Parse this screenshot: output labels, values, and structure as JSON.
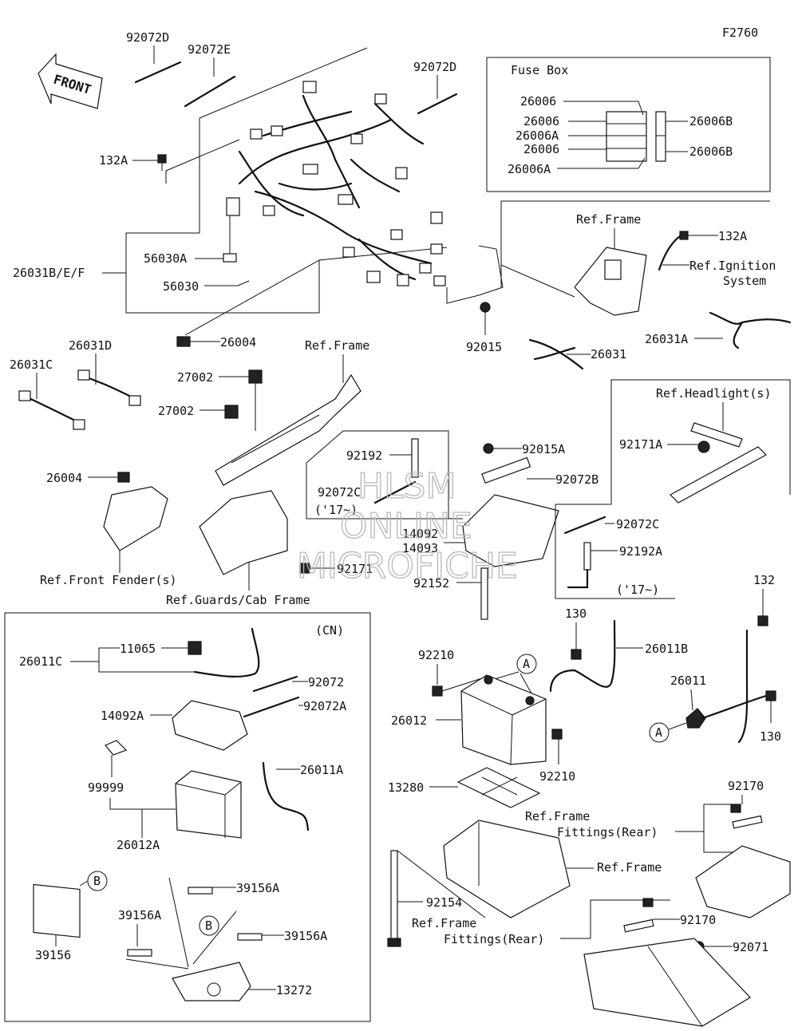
{
  "page_code": "F2760",
  "front_label": "FRONT",
  "fuse_box": {
    "title": "Fuse Box",
    "labels": [
      "26006",
      "26006",
      "26006A",
      "26006",
      "26006A",
      "26006B",
      "26006B"
    ]
  },
  "parts": {
    "p92072D_a": "92072D",
    "p92072E": "92072E",
    "p92072D_b": "92072D",
    "p132A_a": "132A",
    "p26031BEF": "26031B/E/F",
    "p56030A": "56030A",
    "p56030": "56030",
    "p26004_a": "26004",
    "p92015": "92015",
    "p132A_b": "132A",
    "p26031A": "26031A",
    "p26031": "26031",
    "p26031D": "26031D",
    "p26031C": "26031C",
    "p27002_a": "27002",
    "p27002_b": "27002",
    "p26004_b": "26004",
    "p92192": "92192",
    "p92072C_a": "92072C",
    "p14092": "14092",
    "p14093": "14093",
    "p92015A": "92015A",
    "p92072B": "92072B",
    "p92171A": "92171A",
    "p92072C_b": "92072C",
    "p92192A": "92192A",
    "p92171": "92171",
    "p92152": "92152",
    "p11065": "11065",
    "p26011C": "26011C",
    "p92072": "92072",
    "p92072A": "92072A",
    "p14092A": "14092A",
    "p26011A": "26011A",
    "p99999": "99999",
    "p26012A": "26012A",
    "p39156A_a": "39156A",
    "p39156A_b": "39156A",
    "p39156A_c": "39156A",
    "p39156": "39156",
    "p13272": "13272",
    "p92210_a": "92210",
    "p130_a": "130",
    "p26011B": "26011B",
    "p132": "132",
    "p26011": "26011",
    "p130_b": "130",
    "p26012": "26012",
    "p92210_b": "92210",
    "p13280": "13280",
    "p92170_a": "92170",
    "p92154": "92154",
    "p92170_b": "92170",
    "p92071": "92071"
  },
  "refs": {
    "frame_top": "Ref.Frame",
    "ignition_1": "Ref.Ignition",
    "ignition_2": "System",
    "frame_mid": "Ref.Frame",
    "headlight": "Ref.Headlight(s)",
    "year_a": "('17~)",
    "year_b": "('17~)",
    "front_fender": "Ref.Front Fender(s)",
    "guards": "Ref.Guards/Cab Frame",
    "cn": "(CN)",
    "frame_fit_1a": "Ref.Frame",
    "frame_fit_1b": "Fittings(Rear)",
    "frame_right": "Ref.Frame",
    "frame_fit_2a": "Ref.Frame",
    "frame_fit_2b": "Fittings(Rear)"
  },
  "callouts": {
    "a1": "A",
    "a2": "A",
    "b1": "B",
    "b2": "B"
  },
  "watermark": {
    "line1": "HLSM",
    "line2": "ONLINE",
    "line3": "MICROFICHE"
  }
}
